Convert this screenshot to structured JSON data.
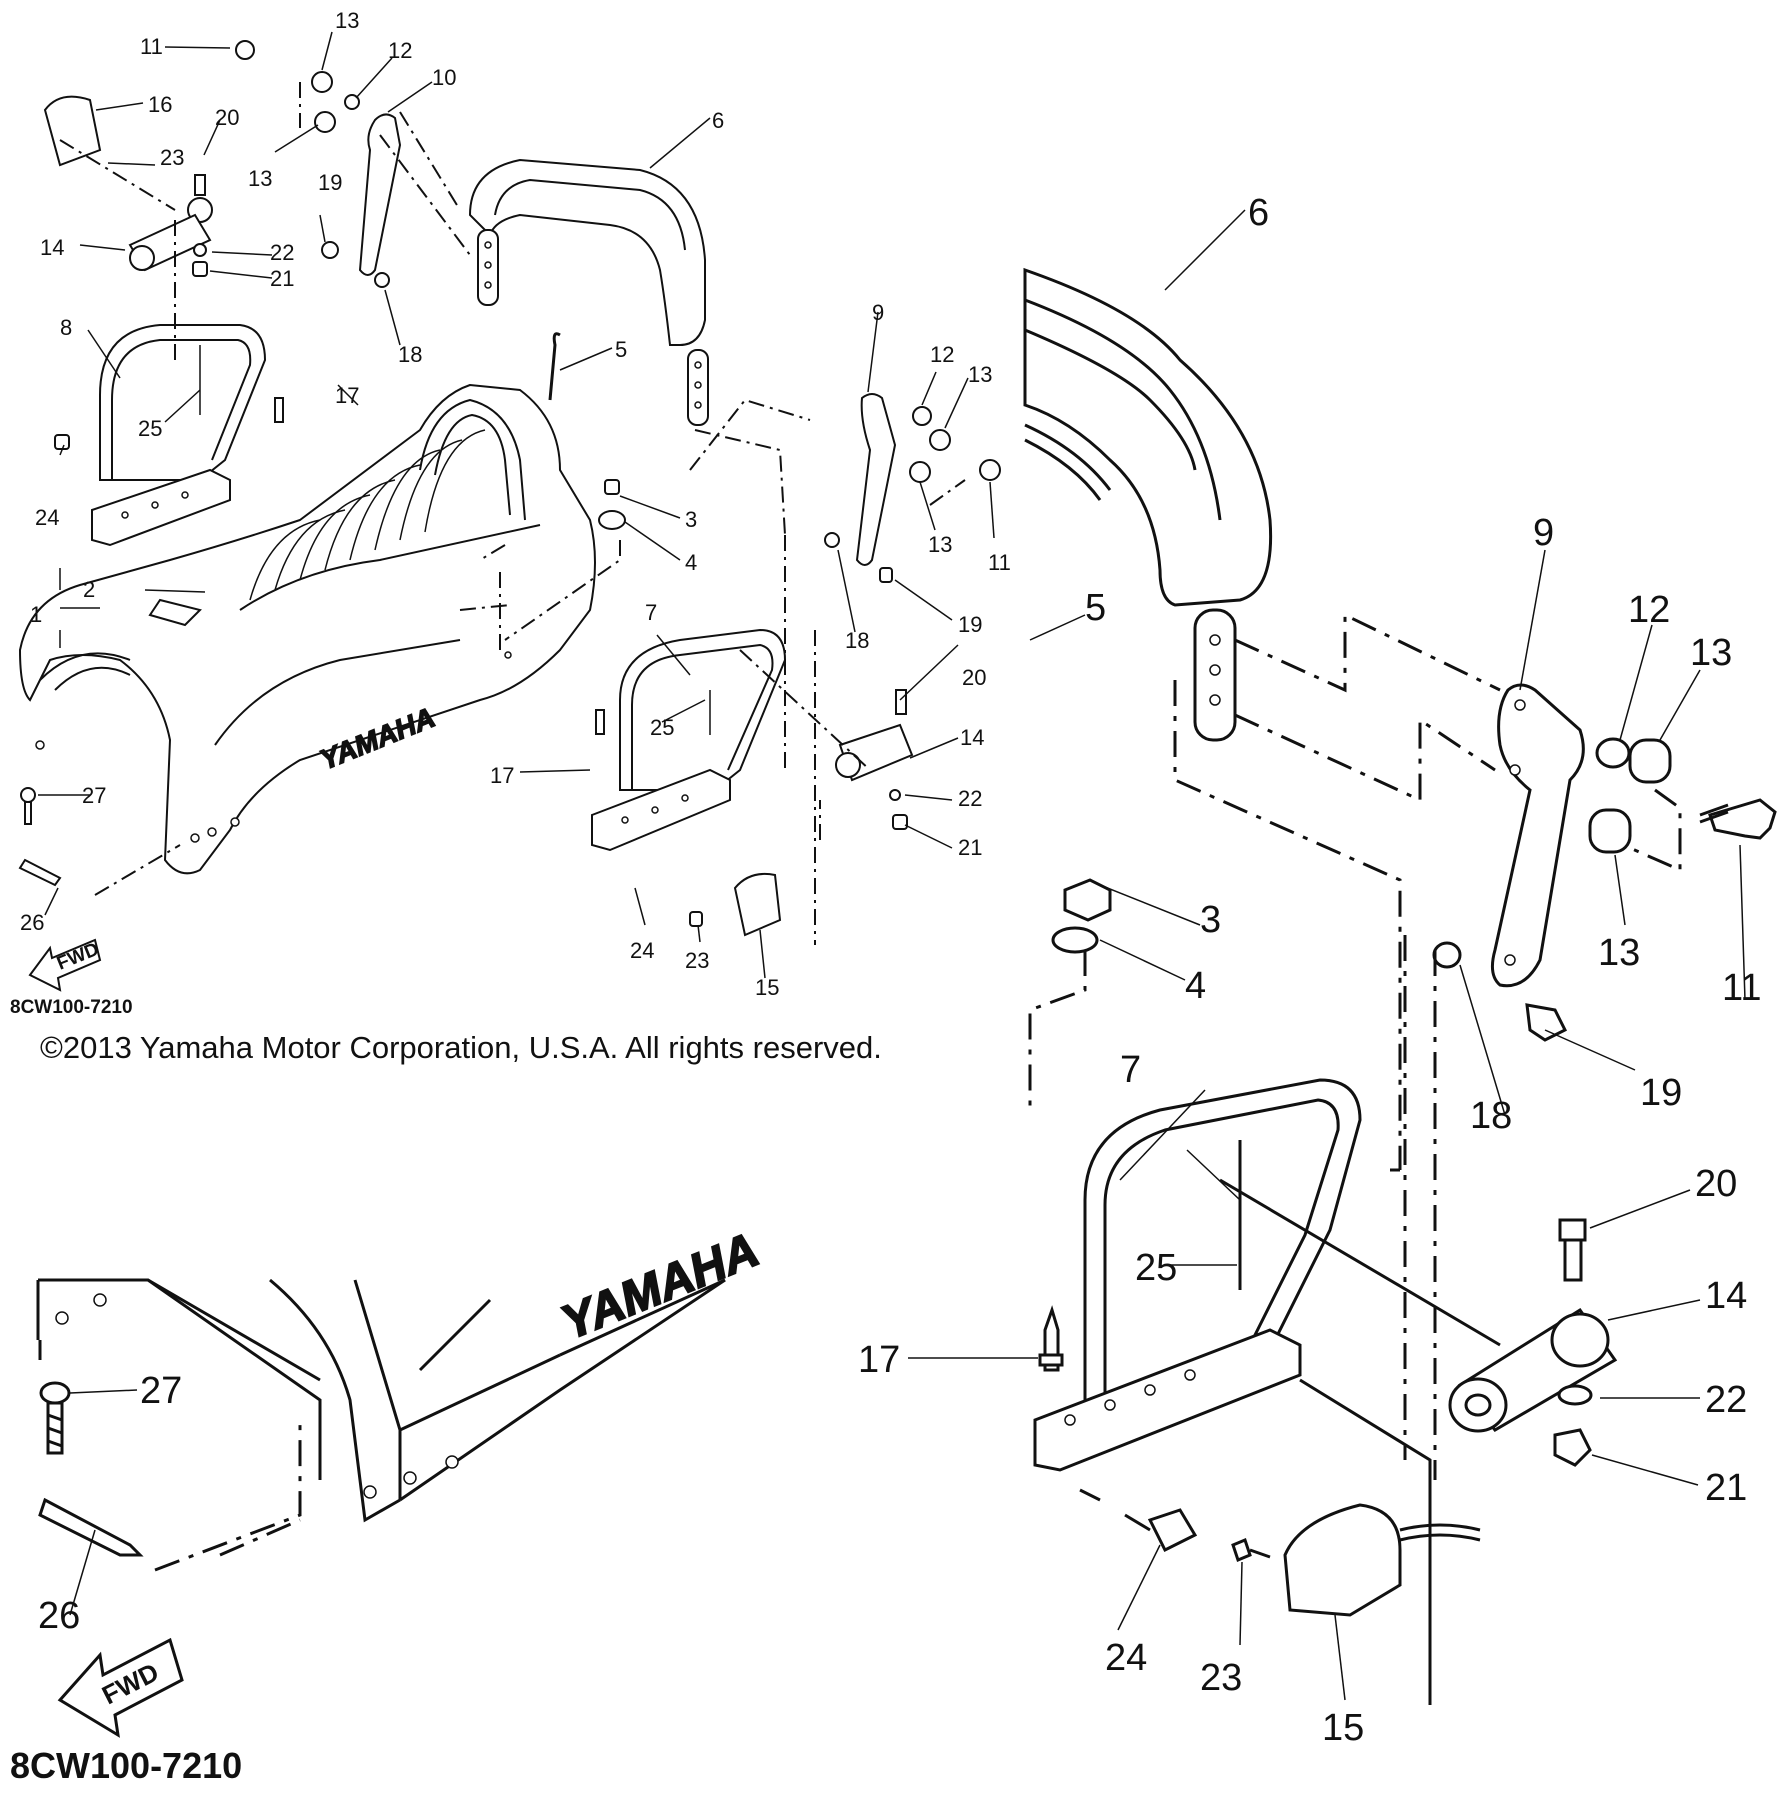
{
  "diagram": {
    "code": "8CW100-7210",
    "copyright": "©2013 Yamaha Motor Corporation, U.S.A. All rights reserved.",
    "brand_mark": "YAMAHA",
    "fwd_label": "FWD"
  },
  "callouts_main": [
    {
      "id": "c-1",
      "text": "1"
    },
    {
      "id": "c-2",
      "text": "2"
    },
    {
      "id": "c-3",
      "text": "3"
    },
    {
      "id": "c-4",
      "text": "4"
    },
    {
      "id": "c-5",
      "text": "5"
    },
    {
      "id": "c-6",
      "text": "6"
    },
    {
      "id": "c-7",
      "text": "7"
    },
    {
      "id": "c-8",
      "text": "8"
    },
    {
      "id": "c-9",
      "text": "9"
    },
    {
      "id": "c-10",
      "text": "10"
    },
    {
      "id": "c-11a",
      "text": "11"
    },
    {
      "id": "c-11b",
      "text": "11"
    },
    {
      "id": "c-12a",
      "text": "12"
    },
    {
      "id": "c-12b",
      "text": "12"
    },
    {
      "id": "c-13a",
      "text": "13"
    },
    {
      "id": "c-13b",
      "text": "13"
    },
    {
      "id": "c-13c",
      "text": "13"
    },
    {
      "id": "c-13d",
      "text": "13"
    },
    {
      "id": "c-14a",
      "text": "14"
    },
    {
      "id": "c-14b",
      "text": "14"
    },
    {
      "id": "c-15",
      "text": "15"
    },
    {
      "id": "c-16",
      "text": "16"
    },
    {
      "id": "c-17a",
      "text": "17"
    },
    {
      "id": "c-17b",
      "text": "17"
    },
    {
      "id": "c-18a",
      "text": "18"
    },
    {
      "id": "c-18b",
      "text": "18"
    },
    {
      "id": "c-19a",
      "text": "19"
    },
    {
      "id": "c-19b",
      "text": "19"
    },
    {
      "id": "c-20a",
      "text": "20"
    },
    {
      "id": "c-20b",
      "text": "20"
    },
    {
      "id": "c-21a",
      "text": "21"
    },
    {
      "id": "c-21b",
      "text": "21"
    },
    {
      "id": "c-22a",
      "text": "22"
    },
    {
      "id": "c-22b",
      "text": "22"
    },
    {
      "id": "c-23a",
      "text": "23"
    },
    {
      "id": "c-23b",
      "text": "23"
    },
    {
      "id": "c-24a",
      "text": "24"
    },
    {
      "id": "c-24b",
      "text": "24"
    },
    {
      "id": "c-25a",
      "text": "25"
    },
    {
      "id": "c-25b",
      "text": "25"
    },
    {
      "id": "c-26",
      "text": "26"
    },
    {
      "id": "c-27",
      "text": "27"
    }
  ],
  "callouts_right": [
    {
      "id": "r-3",
      "text": "3"
    },
    {
      "id": "r-4",
      "text": "4"
    },
    {
      "id": "r-5",
      "text": "5"
    },
    {
      "id": "r-6",
      "text": "6"
    },
    {
      "id": "r-7",
      "text": "7"
    },
    {
      "id": "r-9",
      "text": "9"
    },
    {
      "id": "r-11",
      "text": "11"
    },
    {
      "id": "r-12",
      "text": "12"
    },
    {
      "id": "r-13a",
      "text": "13"
    },
    {
      "id": "r-13b",
      "text": "13"
    },
    {
      "id": "r-14",
      "text": "14"
    },
    {
      "id": "r-15",
      "text": "15"
    },
    {
      "id": "r-17",
      "text": "17"
    },
    {
      "id": "r-18",
      "text": "18"
    },
    {
      "id": "r-19",
      "text": "19"
    },
    {
      "id": "r-20",
      "text": "20"
    },
    {
      "id": "r-21",
      "text": "21"
    },
    {
      "id": "r-22",
      "text": "22"
    },
    {
      "id": "r-23",
      "text": "23"
    },
    {
      "id": "r-24",
      "text": "24"
    },
    {
      "id": "r-25",
      "text": "25"
    }
  ],
  "callouts_bottom": [
    {
      "id": "b-26",
      "text": "26"
    },
    {
      "id": "b-27",
      "text": "27"
    }
  ]
}
